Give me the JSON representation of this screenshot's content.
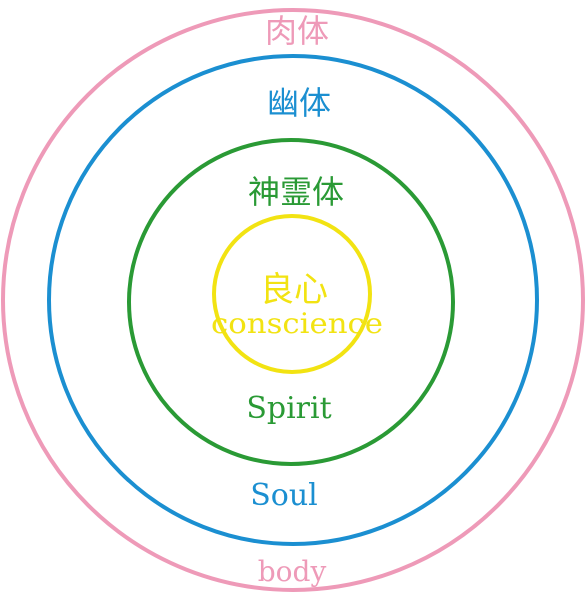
{
  "layers": {
    "body": {
      "jp": "肉体",
      "en": "body",
      "color": "#ee9ab8"
    },
    "soul": {
      "jp": "幽体",
      "en": "Soul",
      "color": "#1b8fd1"
    },
    "spirit": {
      "jp": "神霊体",
      "en": "Spirit",
      "color": "#2a9a35"
    },
    "conscience": {
      "jp": "良心",
      "en": "conscience",
      "color": "#f2e312"
    }
  }
}
